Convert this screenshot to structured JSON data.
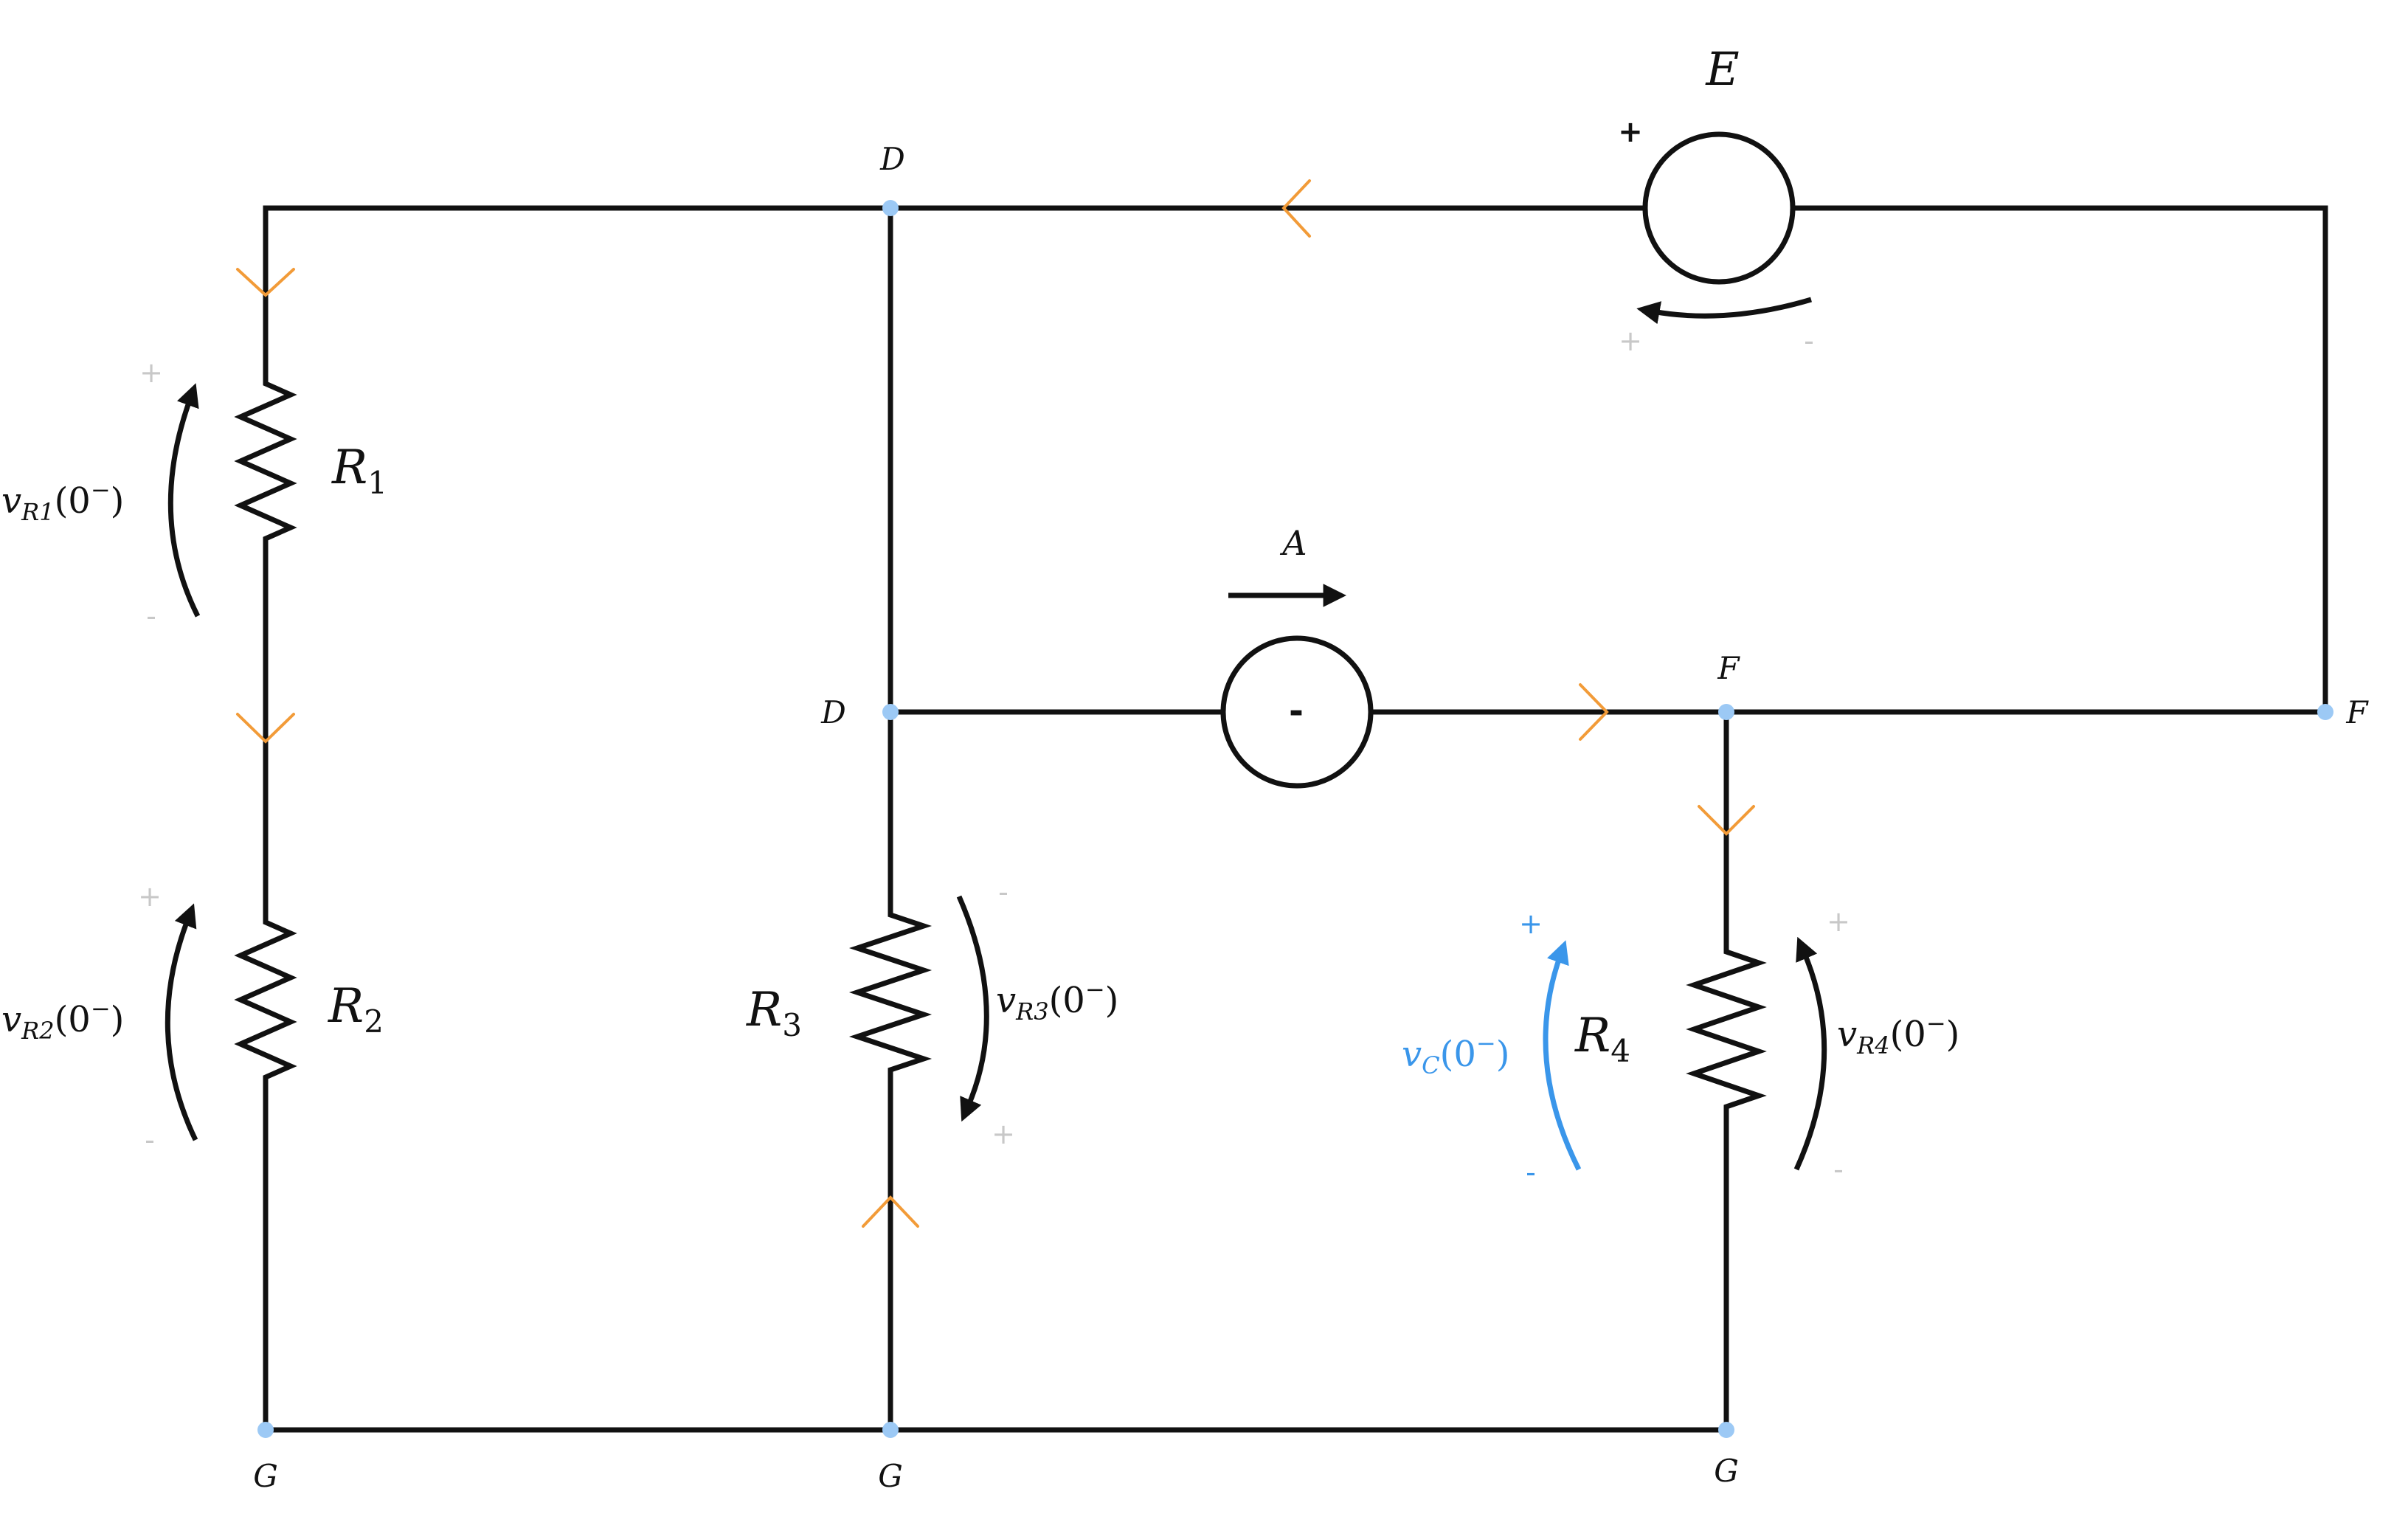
{
  "colors": {
    "wire": "#111111",
    "node": "#9cc9f5",
    "current_chevron": "#f29b38",
    "polarity_light": "#c8c8c8",
    "capacitor_voltage": "#3a96ea"
  },
  "nodes": {
    "d_top": "D",
    "d_mid": "D",
    "f_mid": "F",
    "f_right": "F",
    "g_left": "G",
    "g_mid": "G",
    "g_right": "G"
  },
  "components": {
    "r1": {
      "name": "R",
      "sub": "1"
    },
    "r2": {
      "name": "R",
      "sub": "2"
    },
    "r3": {
      "name": "R",
      "sub": "3"
    },
    "r4": {
      "name": "R",
      "sub": "4"
    },
    "voltage_source": {
      "name": "E",
      "plus": "+",
      "minus": "-"
    },
    "current_source": {
      "name": "A",
      "center_mark": "-"
    }
  },
  "voltages": {
    "vr1": {
      "v": "v",
      "sub": "R1",
      "arg": "(0",
      "sup": "−",
      "close": ")",
      "plus": "+",
      "minus": "-"
    },
    "vr2": {
      "v": "v",
      "sub": "R2",
      "arg": "(0",
      "sup": "−",
      "close": ")",
      "plus": "+",
      "minus": "-"
    },
    "vr3": {
      "v": "v",
      "sub": "R3",
      "arg": "(0",
      "sup": "−",
      "close": ")",
      "plus": "+",
      "minus": "-"
    },
    "vr4": {
      "v": "v",
      "sub": "R4",
      "arg": "(0",
      "sup": "−",
      "close": ")",
      "plus": "+",
      "minus": "-"
    },
    "vc": {
      "v": "v",
      "sub": "C",
      "arg": "(0",
      "sup": "−",
      "close": ")",
      "plus": "+",
      "minus": "-"
    },
    "ve": {
      "plus": "+",
      "minus": "-"
    }
  }
}
